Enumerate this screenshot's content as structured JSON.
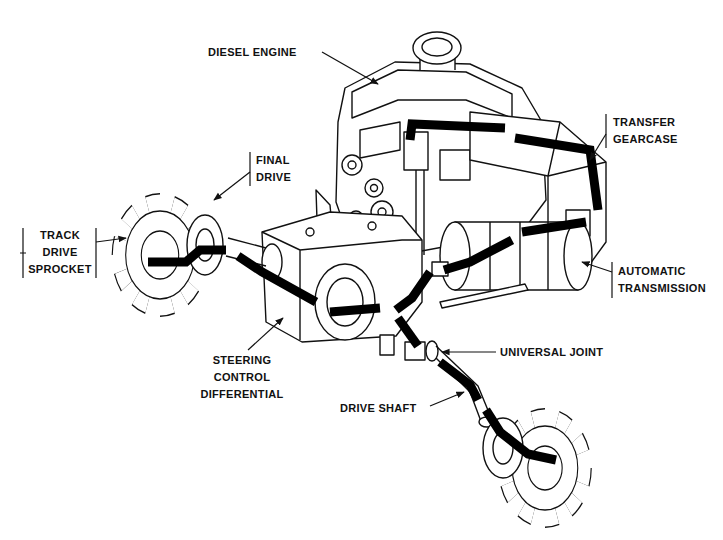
{
  "diagram": {
    "labels": [
      "DIESEL ENGINE",
      "TRANSFER GEARCASE",
      "FINAL DRIVE",
      "TRACK DRIVE SPROCKET",
      "AUTOMATIC TRANSMISSION",
      "UNIVERSAL JOINT",
      "STEERING CONTROL DIFFERENTIAL",
      "DRIVE SHAFT"
    ]
  }
}
